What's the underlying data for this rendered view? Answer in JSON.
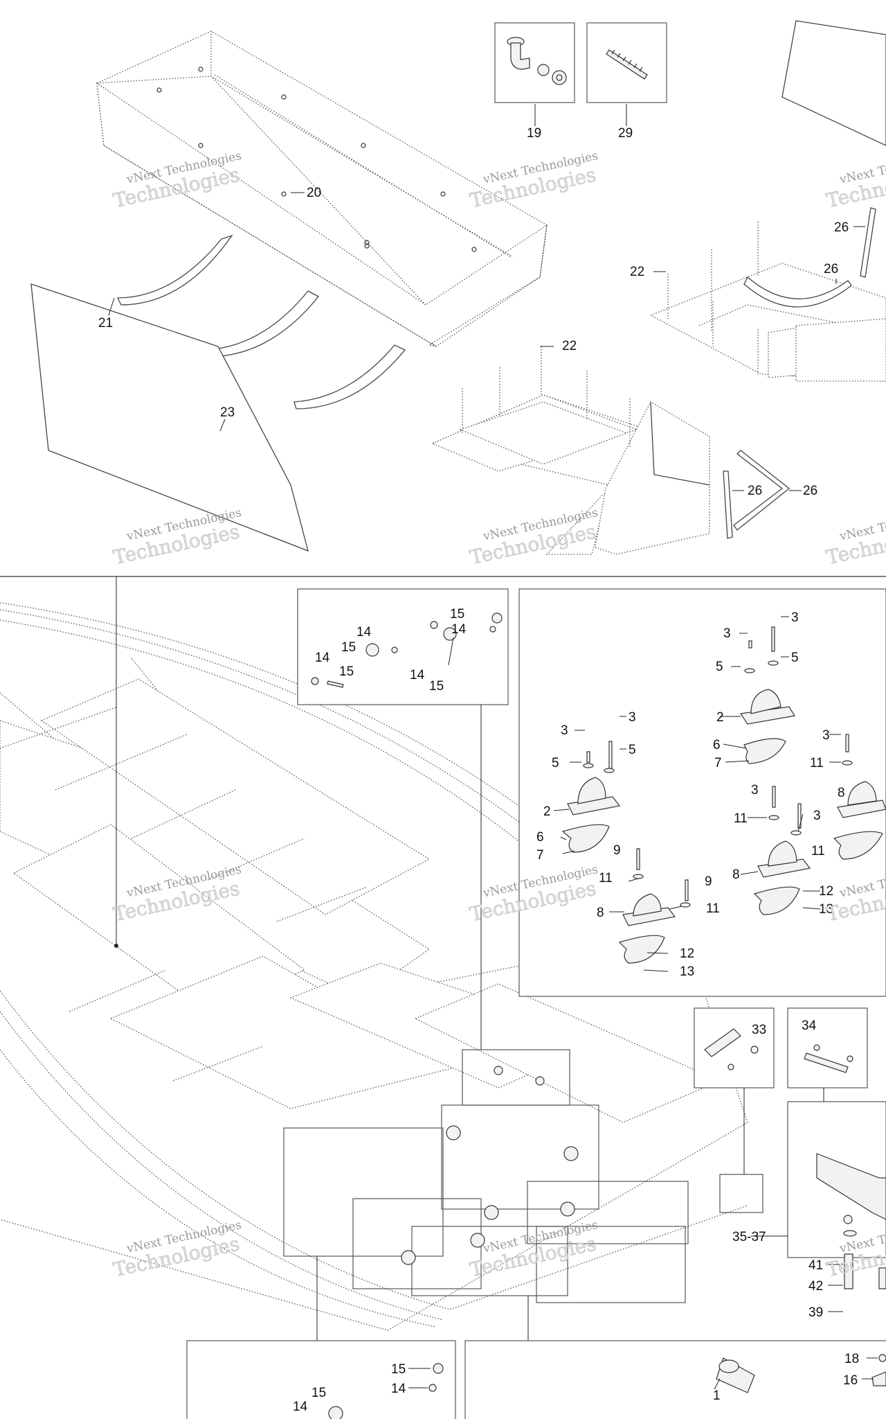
{
  "watermark": {
    "line1": "vNext Technologies",
    "line2": "Technologies"
  },
  "labels": {
    "l19": "19",
    "l29": "29",
    "l20": "20",
    "l21": "21",
    "l23": "23",
    "l22a": "22",
    "l22b": "22",
    "l26a": "26",
    "l26b": "26",
    "l26c": "26",
    "l26d": "26",
    "l15a": "15",
    "l14a": "14",
    "l14b": "14",
    "l15b": "15",
    "l14c": "14",
    "l15c": "15",
    "l14d": "14",
    "l15d": "15",
    "l3a": "3",
    "l3b": "3",
    "l5a": "5",
    "l5b": "5",
    "l2a": "2",
    "l6a": "6",
    "l7a": "7",
    "l3c": "3",
    "l3d": "3",
    "l5c": "5",
    "l5d": "5",
    "l2b": "2",
    "l6b": "6",
    "l7b": "7",
    "l9a": "9",
    "l11a": "11",
    "l9b": "9",
    "l11b": "11",
    "l8a": "8",
    "l12a": "12",
    "l13a": "13",
    "l3e": "3",
    "l11c": "11",
    "l8b": "8",
    "l3f": "3",
    "l11d": "11",
    "l3g": "3",
    "l11e": "11",
    "l8c": "8",
    "l12b": "12",
    "l13b": "13",
    "l33": "33",
    "l34": "34",
    "l3537": "35-37",
    "l41": "41",
    "l42": "42",
    "l39": "39",
    "l15e": "15",
    "l14e": "14",
    "l15f": "15",
    "l14f": "14",
    "l1": "1",
    "l18": "18",
    "l16": "16"
  }
}
